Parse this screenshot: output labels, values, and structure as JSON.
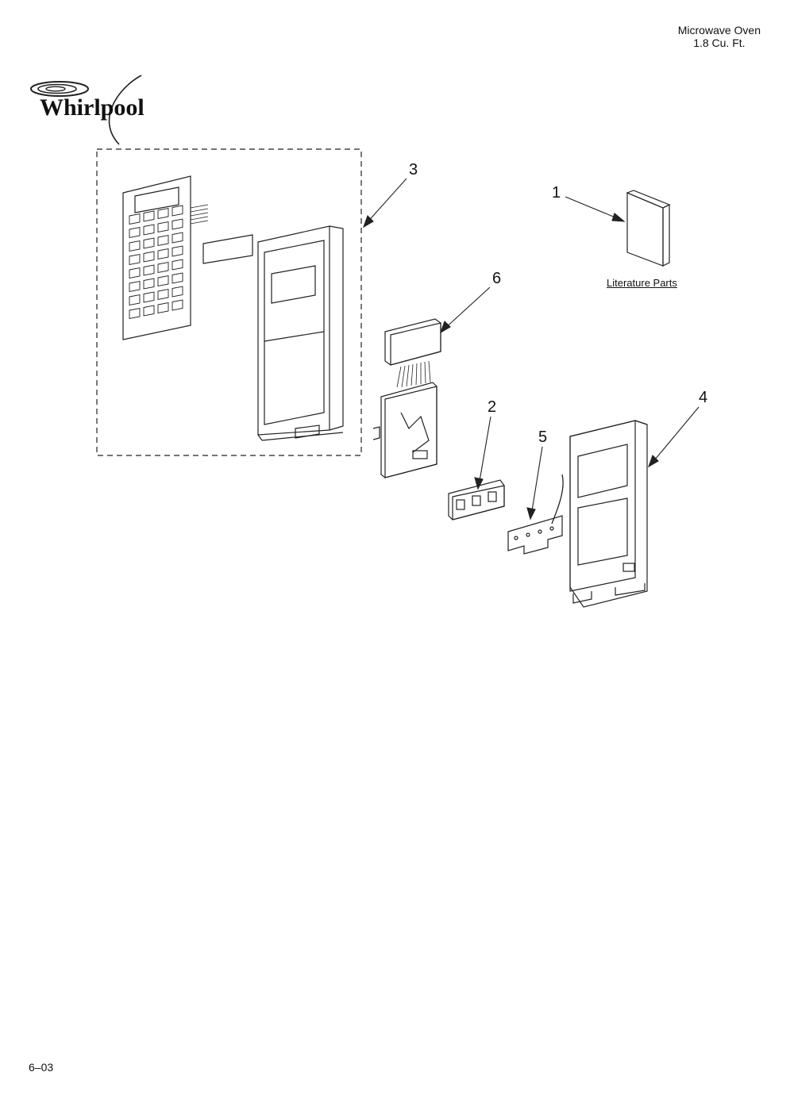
{
  "header": {
    "product_line1": "Microwave Oven",
    "product_line2": "1.8 Cu. Ft."
  },
  "brand": {
    "logo_text": "Whirlpool"
  },
  "callouts": [
    "3",
    "1",
    "6",
    "2",
    "5",
    "4"
  ],
  "literature_label": "Literature Parts",
  "footer": {
    "date_code": "6–03"
  }
}
